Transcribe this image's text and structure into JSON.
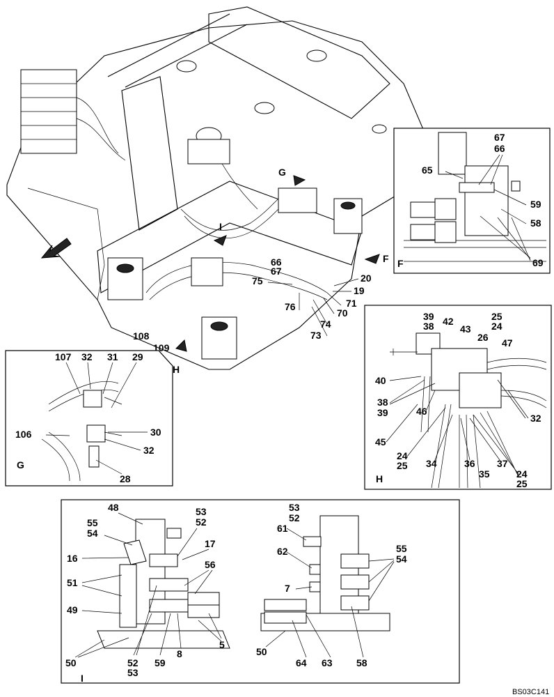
{
  "drawing_code": "BS03C141",
  "main_view": {
    "view_arrows": [
      "G",
      "F",
      "I",
      "H"
    ],
    "callouts": [
      "66",
      "67",
      "75",
      "20",
      "19",
      "71",
      "70",
      "76",
      "74",
      "73",
      "108",
      "109"
    ]
  },
  "detail_F": {
    "title": "F",
    "callouts": [
      "67",
      "66",
      "65",
      "59",
      "58",
      "69"
    ]
  },
  "detail_G": {
    "title": "G",
    "callouts": [
      "107",
      "32",
      "31",
      "29",
      "30",
      "106",
      "32",
      "28"
    ]
  },
  "detail_H": {
    "title": "H",
    "callouts": [
      "39",
      "38",
      "42",
      "43",
      "25",
      "24",
      "26",
      "47",
      "40",
      "38",
      "39",
      "46",
      "32",
      "45",
      "24",
      "25",
      "34",
      "36",
      "37",
      "35",
      "24",
      "25"
    ]
  },
  "detail_I": {
    "title": "I",
    "callouts_left": [
      "48",
      "55",
      "54",
      "53",
      "52",
      "17",
      "16",
      "56",
      "51",
      "49",
      "5",
      "50",
      "52",
      "53",
      "59",
      "8"
    ],
    "callouts_right": [
      "53",
      "52",
      "61",
      "62",
      "55",
      "54",
      "7",
      "50",
      "64",
      "63",
      "58"
    ]
  }
}
